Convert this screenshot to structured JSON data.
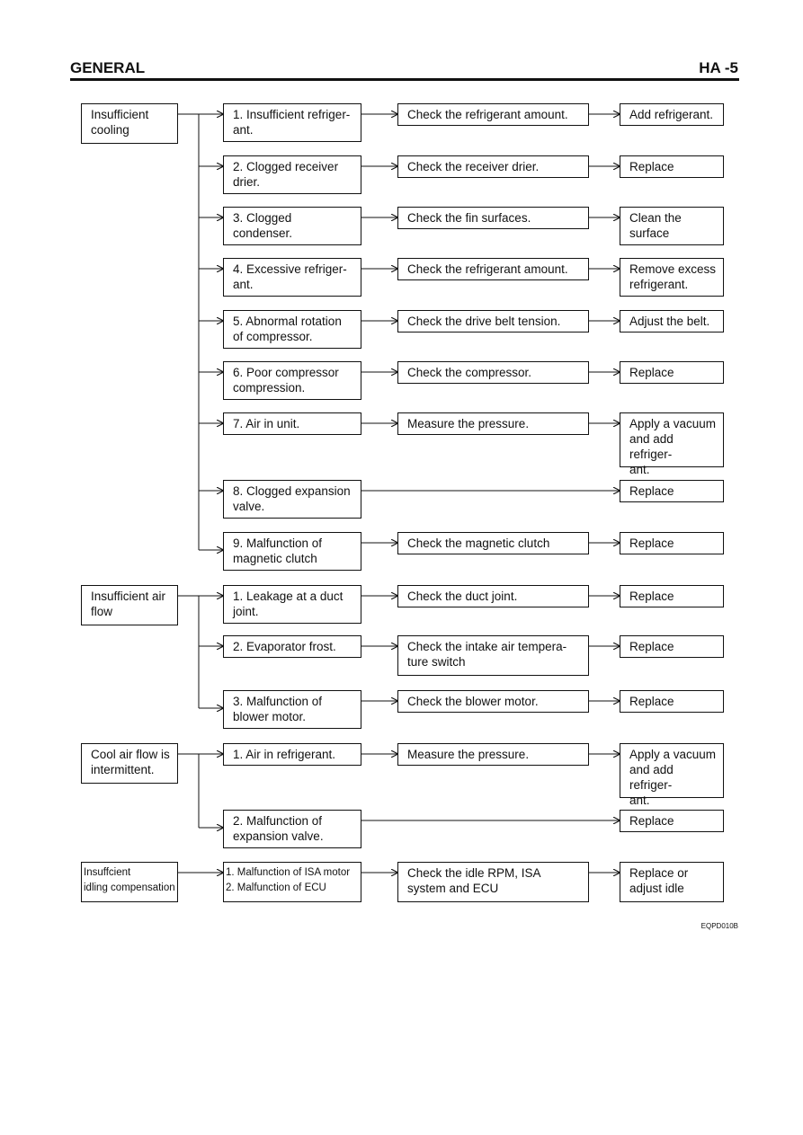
{
  "header": {
    "section": "GENERAL",
    "page": "HA -5"
  },
  "code": "EQPD010B",
  "groups": [
    {
      "symptom": "Insufficient\ncooling",
      "rows": [
        {
          "cause": "1. Insufficient refriger-\n    ant.",
          "check": "Check the refrigerant amount.",
          "remedy": "Add refrigerant."
        },
        {
          "cause": "2. Clogged receiver\n    drier.",
          "check": "Check the receiver drier.",
          "remedy": "Replace"
        },
        {
          "cause": "3. Clogged\n    condenser.",
          "check": "Check the fin surfaces.",
          "remedy": "Clean the\nsurface"
        },
        {
          "cause": "4. Excessive refriger-\n    ant.",
          "check": "Check the refrigerant amount.",
          "remedy": "Remove excess\nrefrigerant."
        },
        {
          "cause": "5. Abnormal rotation\n    of compressor.",
          "check": "Check the drive belt tension.",
          "remedy": "Adjust the belt."
        },
        {
          "cause": "6. Poor compressor\n    compression.",
          "check": "Check the compressor.",
          "remedy": "Replace"
        },
        {
          "cause": "7. Air in unit.",
          "check": "Measure the pressure.",
          "remedy": "Apply a vacuum\nand add refriger-\nant."
        },
        {
          "cause": "8. Clogged expansion\n    valve.",
          "check": "",
          "remedy": "Replace"
        },
        {
          "cause": "9. Malfunction of\n    magnetic clutch",
          "check": "Check the magnetic clutch",
          "remedy": "Replace"
        }
      ]
    },
    {
      "symptom": "Insufficient air\nflow",
      "rows": [
        {
          "cause": "1. Leakage at a duct\n    joint.",
          "check": "Check the duct joint.",
          "remedy": "Replace"
        },
        {
          "cause": "2. Evaporator frost.",
          "check": "Check the intake air tempera-\nture switch",
          "remedy": "Replace"
        },
        {
          "cause": "3. Malfunction of\n    blower motor.",
          "check": "Check the blower motor.",
          "remedy": "Replace"
        }
      ]
    },
    {
      "symptom": "Cool air flow is\nintermittent.",
      "rows": [
        {
          "cause": "1. Air in refrigerant.",
          "check": "Measure the pressure.",
          "remedy": "Apply a vacuum\nand add refriger-\nant."
        },
        {
          "cause": "2. Malfunction of\n    expansion valve.",
          "check": "",
          "remedy": "Replace"
        }
      ]
    },
    {
      "symptom": "Insuffcient\nidling compensation",
      "rows": [
        {
          "cause": "1.  Malfunction of ISA motor\n2.  Malfunction of ECU",
          "check": "Check the idle RPM, ISA\nsystem and ECU",
          "remedy": "Replace or\nadjust idle"
        }
      ]
    }
  ]
}
